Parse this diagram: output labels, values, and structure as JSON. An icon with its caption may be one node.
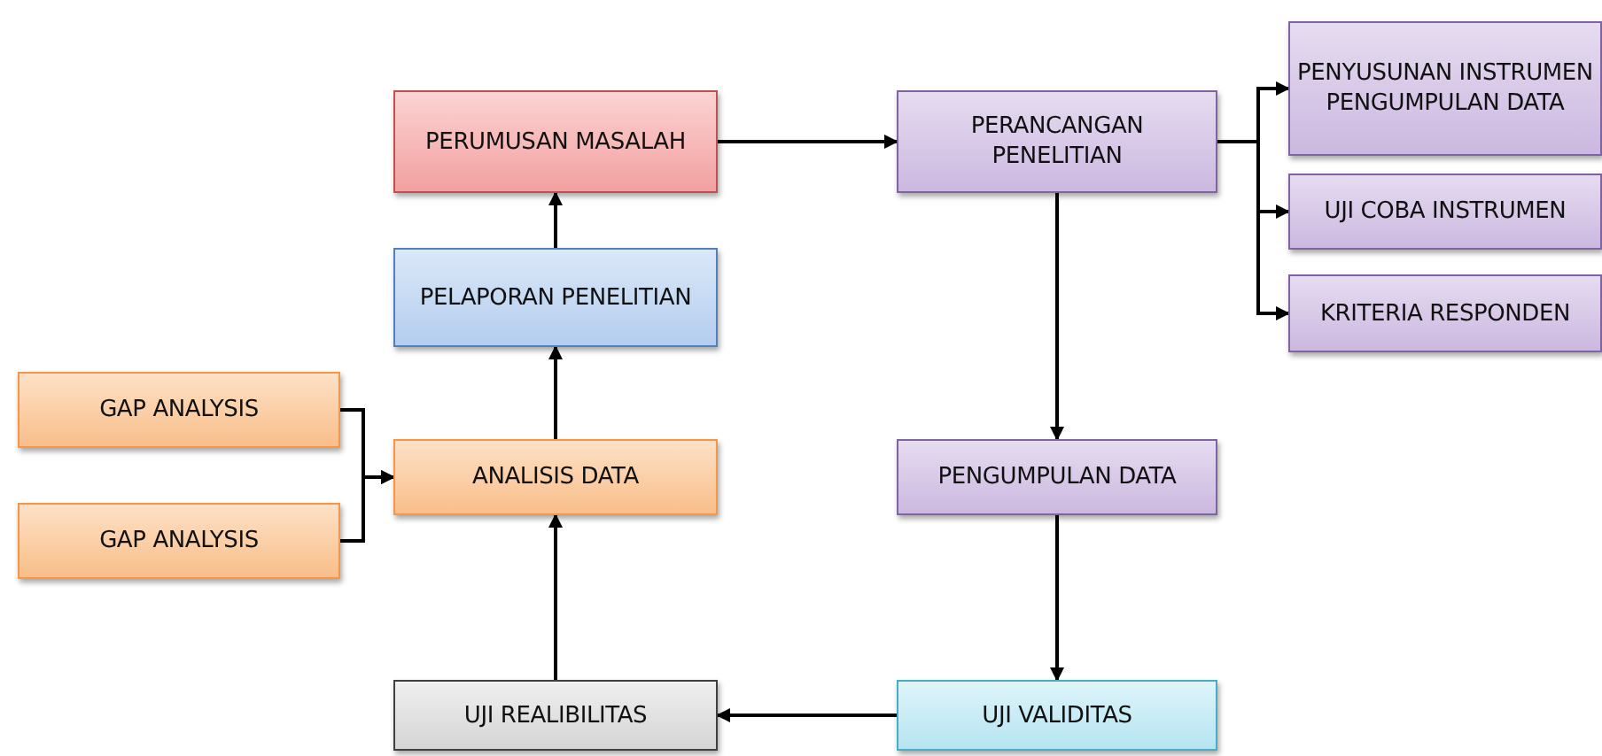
{
  "diagram": {
    "nodes": [
      {
        "text": [
          "PERUMUSAN MASALAH"
        ]
      },
      {
        "text": [
          "PERANCANGAN PENELITIAN"
        ]
      },
      {
        "text": [
          "PENYUSUNAN INSTRUMEN PENGUMPULAN DATA"
        ]
      },
      {
        "text": [
          "UJI COBA INSTRUMEN"
        ]
      },
      {
        "text": [
          "KRITERIA RESPONDEN"
        ]
      },
      {
        "text": [
          "PELAPORAN PENELITIAN"
        ]
      },
      {
        "text": [
          "GAP ANALYSIS"
        ]
      },
      {
        "text": [
          "ANALISIS DATA"
        ]
      },
      {
        "text": [
          "GAP ANALYSIS"
        ]
      },
      {
        "text": [
          "PENGUMPULAN DATA"
        ]
      },
      {
        "text": [
          "UJI REALIBILITAS"
        ]
      },
      {
        "text": [
          "UJI VALIDITAS"
        ]
      }
    ],
    "edges": [
      {
        "from": 0,
        "to": 1,
        "arrow": "to"
      },
      {
        "from": 1,
        "to": 2,
        "arrow": "to"
      },
      {
        "from": 1,
        "to": 3,
        "arrow": "to"
      },
      {
        "from": 1,
        "to": 4,
        "arrow": "to"
      },
      {
        "from": 1,
        "to": 9,
        "arrow": "to"
      },
      {
        "from": 9,
        "to": 11,
        "arrow": "to"
      },
      {
        "from": 11,
        "to": 10,
        "arrow": "to"
      },
      {
        "from": 10,
        "to": 7,
        "arrow": "to"
      },
      {
        "from": 7,
        "to": 5,
        "arrow": "to"
      },
      {
        "from": 5,
        "to": 0,
        "arrow": "to"
      },
      {
        "from": 6,
        "to": 7,
        "arrow": "to"
      },
      {
        "from": 8,
        "to": 7,
        "arrow": "to"
      }
    ]
  }
}
